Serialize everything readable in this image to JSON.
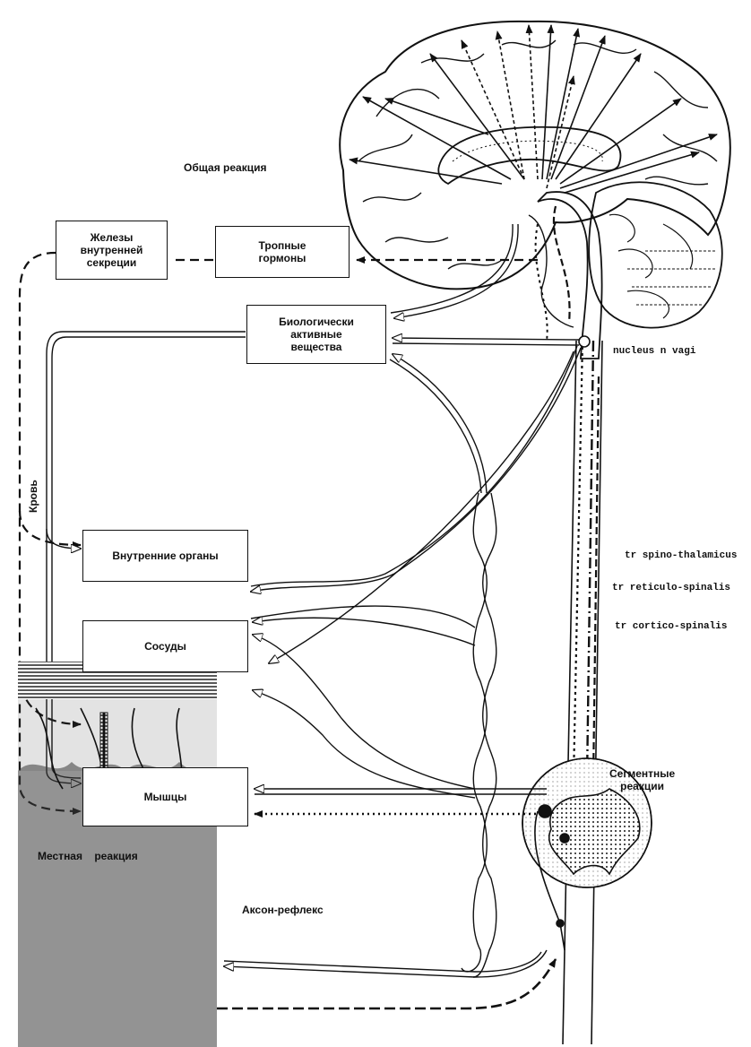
{
  "labels": {
    "general_reaction": "Общая реакция",
    "local_reaction": "Местная    реакция",
    "axon_reflex": "Аксон-рефлекс",
    "segmental_reaction": "Сегментные\nреакции",
    "nucleus_vagi": "nucleus n vagi",
    "tr_spino": "tr spino-thalamicus",
    "tr_reticulo": "tr reticulo-spinalis",
    "tr_cortico": "tr cortico-spinalis",
    "blood": "Кровь"
  },
  "boxes": {
    "endocrine_glands": "Железы\nвнутренней\nсекреции",
    "tropic_hormones": "Тропные\nгормоны",
    "bioactive_substances": "Биологически\nактивные\nвещества",
    "internal_organs": "Внутренние органы",
    "vessels": "Сосуды",
    "muscles": "Мышцы"
  },
  "colors": {
    "ink": "#111111",
    "paper": "#ffffff",
    "tissue": "#2a2a2a"
  }
}
